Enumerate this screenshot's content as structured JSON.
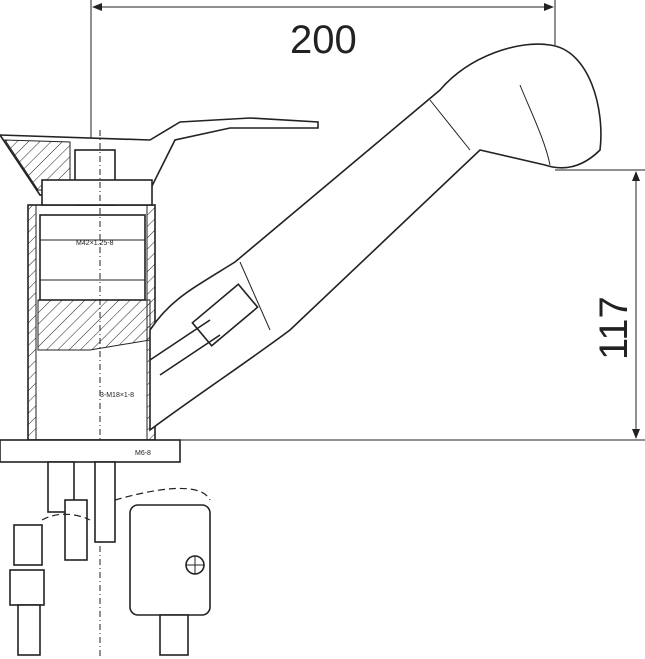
{
  "dimensions": {
    "width_label": "200",
    "height_label": "117"
  },
  "thread_labels": {
    "cartridge": "M42×1.25-8",
    "outlet": "3-M18×1-8",
    "stud": "M6-8"
  }
}
